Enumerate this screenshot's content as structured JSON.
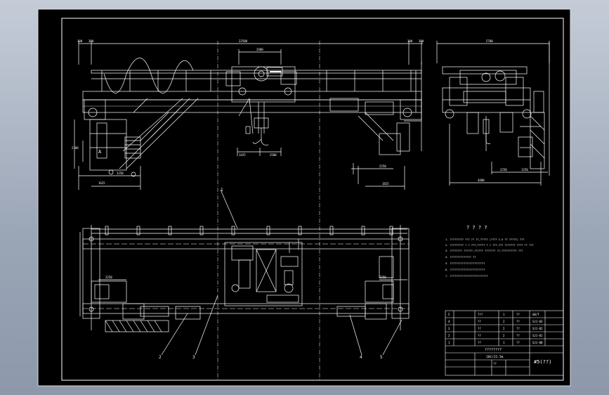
{
  "drawing": {
    "notes_heading": "? ? ? ?",
    "notes": [
      "1. ????????? ??? ?? ??,????? (???? 1.5 ?? ?????) ???",
      "2. ????????? ? ? ???,????? ? ? ???,??? ??????? ???? ?? ???",
      "3. ???????? ??????,?????? ??????? ??,?????????? ???",
      "4. ?????????????? ??",
      "5. ???????????????????????",
      "6. ???????????????????????",
      "7. ?????????????????????????"
    ],
    "callouts": [
      "1",
      "2",
      "3",
      "4",
      "5"
    ],
    "dimensions": {
      "span_top": "22500",
      "trolley_width": "2400",
      "left_offsets": [
        "300",
        "300"
      ],
      "right_offsets": [
        "300",
        "300"
      ],
      "bottom_left_a": "1625",
      "bottom_left_b": "2250",
      "hook_span_a": "1425",
      "hook_span_b": "2500",
      "bottom_right": "2250",
      "bottom_right_b": "1825",
      "side_width": "5700",
      "side_bottom": "4400",
      "side_bottom_b": "2250",
      "side_bottom_c": "1250",
      "height_left": "2100",
      "plan_a": "2250",
      "plan_b": "2250"
    },
    "section_label": "A",
    "title_block": {
      "drawing_name": "????????",
      "model": "10t/22.5m",
      "scale_label": "??",
      "drawing_no": "#5(??)",
      "bom_rows": [
        {
          "no": "5",
          "name": "???",
          "qty": "1",
          "material": "??",
          "code": "GB/T"
        },
        {
          "no": "4",
          "name": "??",
          "qty": "2",
          "material": "??",
          "code": "SJJ-03"
        },
        {
          "no": "3",
          "name": "??",
          "qty": "2",
          "material": "??",
          "code": "SJJ-02"
        },
        {
          "no": "2",
          "name": "??",
          "qty": "2",
          "material": "??",
          "code": "SJJ-01"
        },
        {
          "no": "1",
          "name": "??",
          "qty": "1",
          "material": "??",
          "code": "SJJ-00"
        }
      ]
    }
  }
}
